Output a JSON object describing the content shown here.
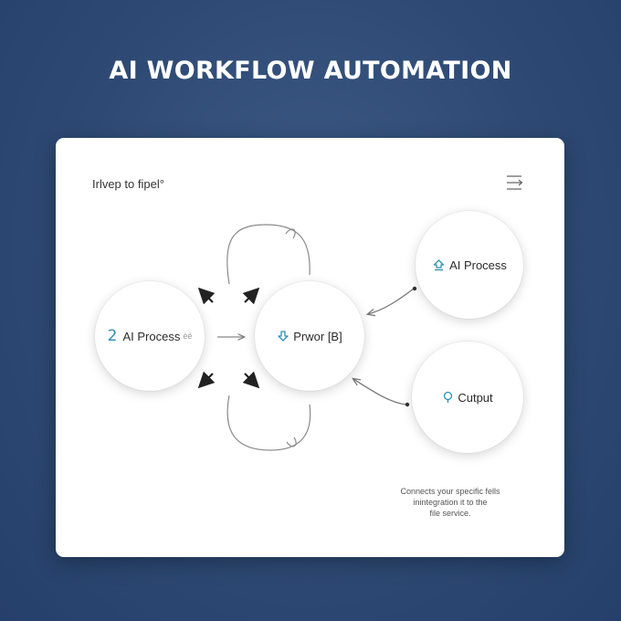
{
  "header": {
    "title": "AI WORKFLOW AUTOMATION"
  },
  "card": {
    "label": "Irlvep to fipel°",
    "menu_icon": "arrow-menu-icon"
  },
  "nodes": {
    "left": {
      "number": "2",
      "label": "AI Process",
      "suffix": "èê"
    },
    "center": {
      "icon": "down-arrow-icon",
      "label": "Prwor [B]"
    },
    "top_right": {
      "icon": "upload-icon",
      "label": "AI Process"
    },
    "bottom_right": {
      "icon": "location-pin-icon",
      "label": "Cutput"
    }
  },
  "caption": {
    "lines": [
      "Connects your specific fells",
      "inintegration it to the",
      "file service."
    ]
  },
  "colors": {
    "background": "#2e4a74",
    "card": "#ffffff",
    "accent": "#2f8fb8",
    "connector": "#888888"
  }
}
